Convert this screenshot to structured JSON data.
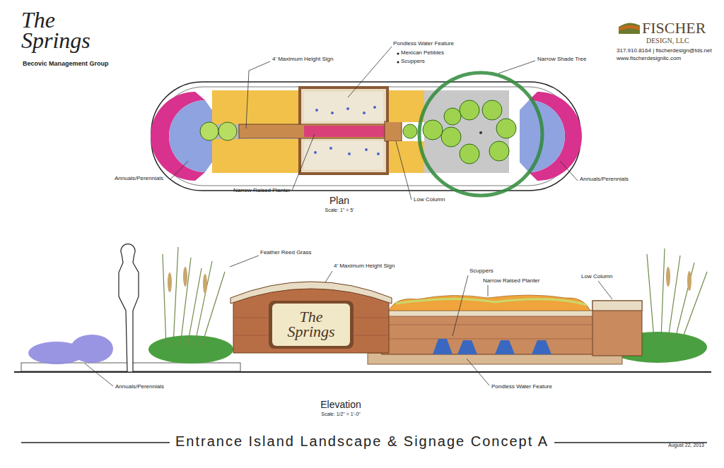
{
  "diagram": {
    "title": "Entrance Island Landscape & Signage Concept A",
    "nodes": [
      {
        "text": [
          "The Springs"
        ]
      }
    ],
    "labels": [
      "The Springs",
      "Becovic Management Group",
      "FISCHER",
      "DESIGN, LLC",
      "317.910.8164 | fischerdesign@tds.net",
      "www.fischerdesignllc.com",
      "4' Maximum Height Sign",
      "Pondless Water Feature",
      "Mexican Pebbles",
      "Scuppers",
      "Narrow Shade Tree",
      "Annuals/Perennials",
      "Narrow Raised Planter",
      "Low Column",
      "Annuals/Perennials",
      "Plan",
      "Scale: 1\" = 5'",
      "Feather Reed Grass",
      "4' Maximum Height Sign",
      "Scuppers",
      "Narrow Raised Planter",
      "Low Column",
      "Annuals/Perennials",
      "Pondless Water Feature",
      "Elevation",
      "Scale: 1/2\" = 1'-0\"",
      "August 22, 2013"
    ]
  }
}
